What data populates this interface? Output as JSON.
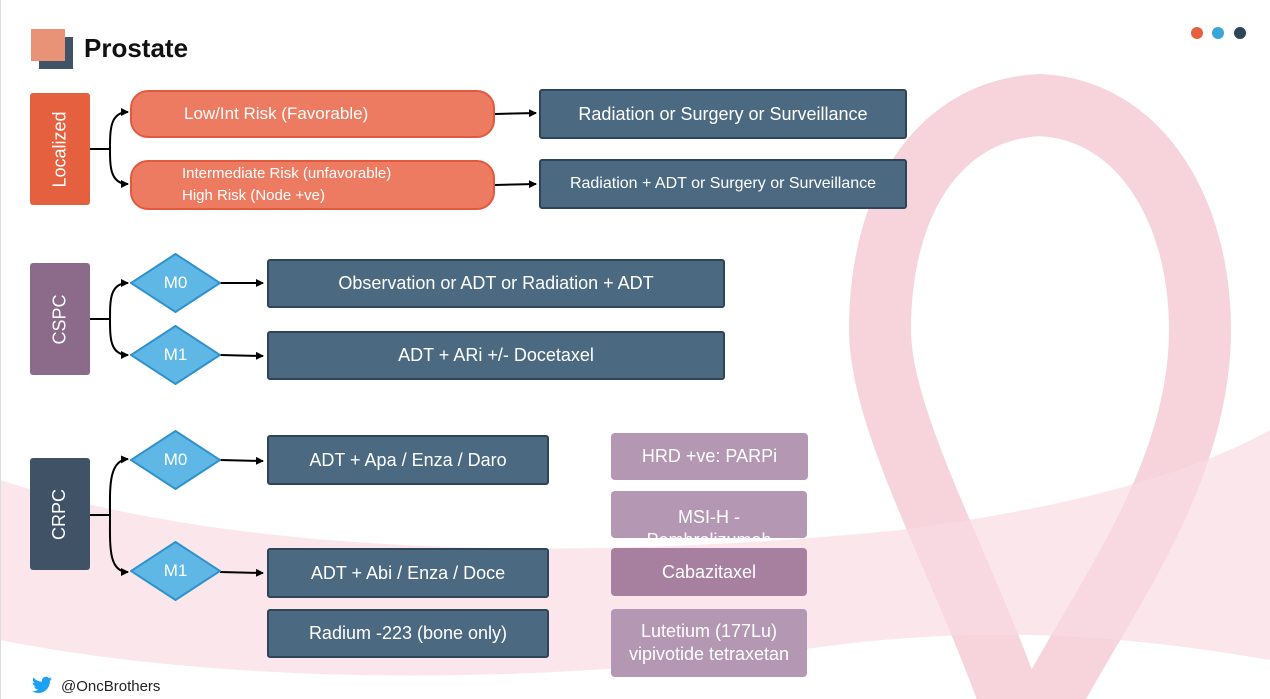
{
  "header": {
    "title": "Prostate"
  },
  "decor": {
    "dot_colors": [
      "#e5603f",
      "#3ba5d8",
      "#2e4457"
    ]
  },
  "sections": {
    "localized": {
      "label": "Localized",
      "risk1": "Low/Int Risk (Favorable)",
      "risk2_line1": "Intermediate Risk (unfavorable)",
      "risk2_line2": "High Risk (Node +ve)",
      "treatment1": "Radiation or Surgery or Surveillance",
      "treatment2": "Radiation + ADT or Surgery or Surveillance"
    },
    "cspc": {
      "label": "CSPC",
      "m0": "M0",
      "m1": "M1",
      "m0_treatment": "Observation or ADT or Radiation + ADT",
      "m1_treatment": "ADT + ARi +/- Docetaxel"
    },
    "crpc": {
      "label": "CRPC",
      "m0": "M0",
      "m1": "M1",
      "m0_treatment": "ADT + Apa / Enza / Daro",
      "m1_treatment": "ADT + Abi / Enza / Doce",
      "radium": "Radium -223 (bone only)",
      "options": [
        "HRD +ve: PARPi",
        "MSI-H - Pembrolizumab",
        "Cabazitaxel",
        "Lutetium (177Lu) vipivotide tetraxetan"
      ]
    }
  },
  "footer": {
    "handle": "@OncBrothers"
  }
}
